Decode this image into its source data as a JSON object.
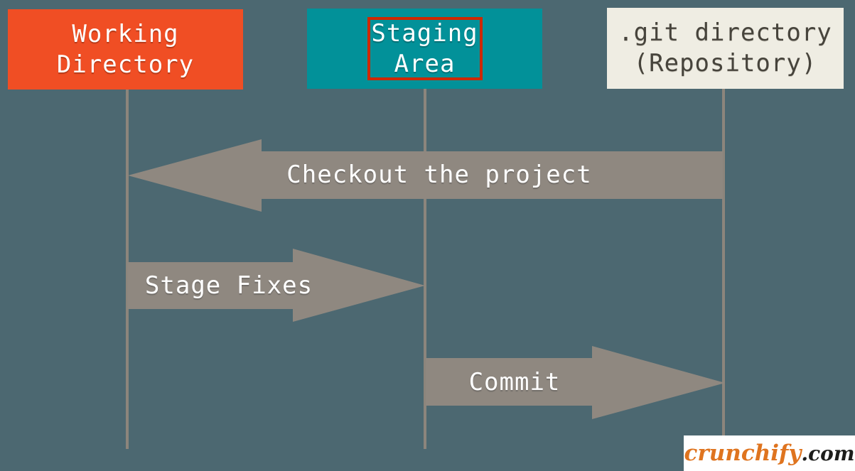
{
  "diagram": {
    "type": "git-workflow-sequence",
    "nodes": [
      {
        "id": "working-directory",
        "label": "Working Directory",
        "line1": "Working",
        "line2": "Directory",
        "color": "#F04E24",
        "text_color": "#FFFFFF"
      },
      {
        "id": "staging-area",
        "label": "Staging Area",
        "line1": "Staging",
        "line2": "Area",
        "color": "#029199",
        "text_color": "#FFFFFF",
        "highlight_border_color": "#CE2800"
      },
      {
        "id": "git-directory",
        "label": ".git directory (Repository)",
        "line1": ".git directory",
        "line2": "(Repository)",
        "color": "#EFEDE3",
        "text_color": "#47443C"
      }
    ],
    "arrows": [
      {
        "label": "Checkout the project",
        "from": "git-directory",
        "to": "working-directory",
        "direction": "left"
      },
      {
        "label": "Stage Fixes",
        "from": "working-directory",
        "to": "staging-area",
        "direction": "right"
      },
      {
        "label": "Commit",
        "from": "staging-area",
        "to": "git-directory",
        "direction": "right"
      }
    ],
    "colors": {
      "background": "#4C6871",
      "arrow": "#8F8880",
      "lifeline": "#8C857C",
      "arrow_text": "#FFFFFF"
    }
  },
  "branding": {
    "name": "crunchify",
    "suffix": ".com",
    "accent_color": "#DF741F",
    "badge_background": "#FFFFFF"
  }
}
